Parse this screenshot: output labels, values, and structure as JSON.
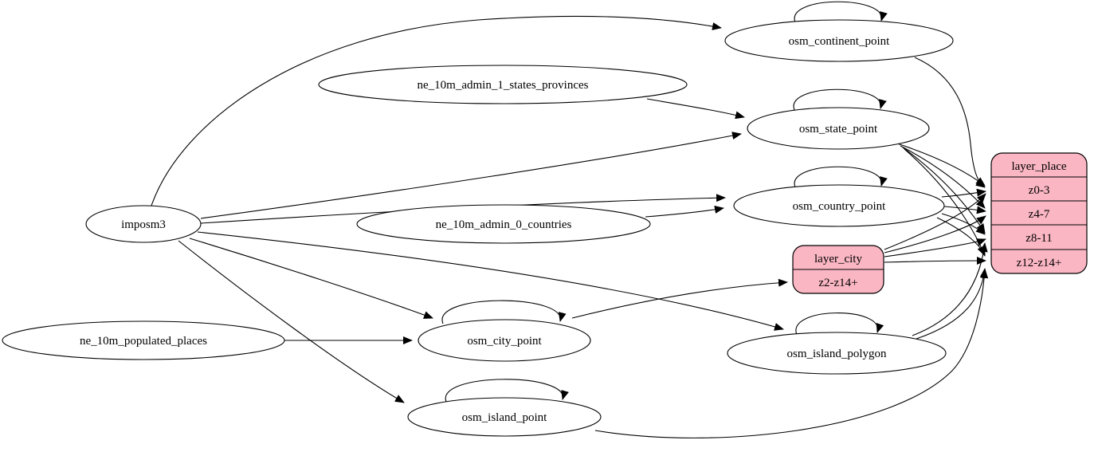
{
  "diagram": {
    "kind": "etl-graph",
    "colors": {
      "background": "#ffffff",
      "table_fill": "#ffffff",
      "layer_fill": "#fab6c3",
      "stroke": "#000000"
    }
  },
  "nodes": {
    "imposm3": {
      "label": "imposm3",
      "type": "source"
    },
    "ne_10m_admin_1_states_provinces": {
      "label": "ne_10m_admin_1_states_provinces",
      "type": "source"
    },
    "ne_10m_admin_0_countries": {
      "label": "ne_10m_admin_0_countries",
      "type": "source"
    },
    "ne_10m_populated_places": {
      "label": "ne_10m_populated_places",
      "type": "source"
    },
    "osm_continent_point": {
      "label": "osm_continent_point",
      "type": "table"
    },
    "osm_state_point": {
      "label": "osm_state_point",
      "type": "table"
    },
    "osm_country_point": {
      "label": "osm_country_point",
      "type": "table"
    },
    "osm_city_point": {
      "label": "osm_city_point",
      "type": "table"
    },
    "osm_island_polygon": {
      "label": "osm_island_polygon",
      "type": "table"
    },
    "osm_island_point": {
      "label": "osm_island_point",
      "type": "table"
    },
    "layer_city": {
      "title": "layer_city",
      "rows": [
        "z2-z14+"
      ],
      "type": "layer"
    },
    "layer_place": {
      "title": "layer_place",
      "rows": [
        "z0-3",
        "z4-7",
        "z8-11",
        "z12-z14+"
      ],
      "type": "layer"
    }
  },
  "edges": [
    {
      "from": "imposm3",
      "to": "osm_continent_point"
    },
    {
      "from": "imposm3",
      "to": "osm_state_point"
    },
    {
      "from": "imposm3",
      "to": "osm_country_point"
    },
    {
      "from": "imposm3",
      "to": "osm_city_point"
    },
    {
      "from": "imposm3",
      "to": "osm_island_polygon"
    },
    {
      "from": "imposm3",
      "to": "osm_island_point"
    },
    {
      "from": "ne_10m_admin_1_states_provinces",
      "to": "osm_state_point"
    },
    {
      "from": "ne_10m_admin_0_countries",
      "to": "osm_country_point"
    },
    {
      "from": "ne_10m_populated_places",
      "to": "osm_city_point"
    },
    {
      "from": "osm_continent_point",
      "to": "osm_continent_point"
    },
    {
      "from": "osm_state_point",
      "to": "osm_state_point"
    },
    {
      "from": "osm_country_point",
      "to": "osm_country_point"
    },
    {
      "from": "osm_city_point",
      "to": "osm_city_point"
    },
    {
      "from": "osm_island_polygon",
      "to": "osm_island_polygon"
    },
    {
      "from": "osm_island_point",
      "to": "osm_island_point"
    },
    {
      "from": "osm_continent_point",
      "to": "layer_place",
      "port": "z0-3"
    },
    {
      "from": "osm_state_point",
      "to": "layer_place",
      "port": "z0-3"
    },
    {
      "from": "osm_state_point",
      "to": "layer_place",
      "port": "z4-7"
    },
    {
      "from": "osm_state_point",
      "to": "layer_place",
      "port": "z8-11"
    },
    {
      "from": "osm_state_point",
      "to": "layer_place",
      "port": "z12-z14+"
    },
    {
      "from": "osm_country_point",
      "to": "layer_place",
      "port": "z0-3"
    },
    {
      "from": "osm_country_point",
      "to": "layer_place",
      "port": "z4-7"
    },
    {
      "from": "osm_country_point",
      "to": "layer_place",
      "port": "z8-11"
    },
    {
      "from": "osm_country_point",
      "to": "layer_place",
      "port": "z12-z14+"
    },
    {
      "from": "osm_city_point",
      "to": "layer_city",
      "port": "z2-z14+"
    },
    {
      "from": "layer_city",
      "to": "layer_place",
      "port": "z0-3"
    },
    {
      "from": "layer_city",
      "to": "layer_place",
      "port": "z4-7"
    },
    {
      "from": "layer_city",
      "to": "layer_place",
      "port": "z8-11"
    },
    {
      "from": "layer_city",
      "to": "layer_place",
      "port": "z12-z14+"
    },
    {
      "from": "osm_island_polygon",
      "to": "layer_place",
      "port": "z8-11"
    },
    {
      "from": "osm_island_polygon",
      "to": "layer_place",
      "port": "z12-z14+"
    },
    {
      "from": "osm_island_point",
      "to": "layer_place",
      "port": "z12-z14+"
    }
  ]
}
